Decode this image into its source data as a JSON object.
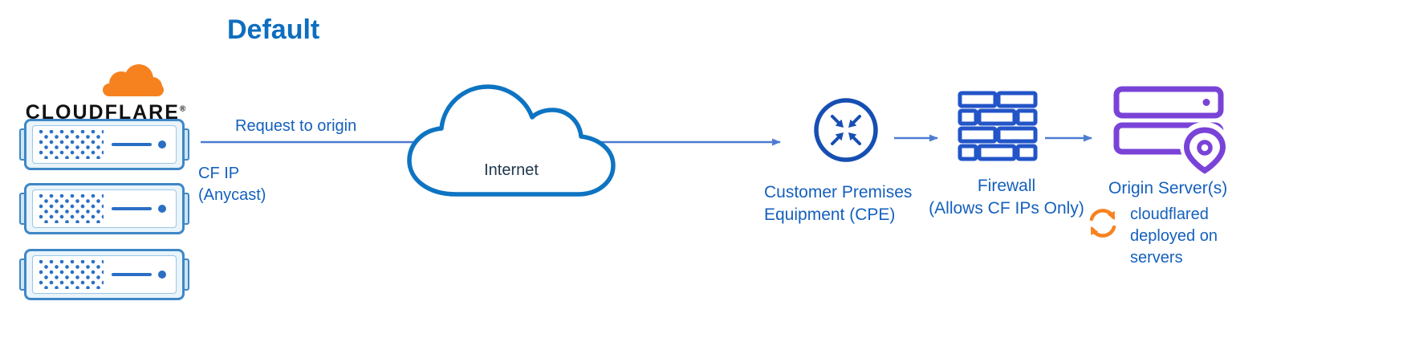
{
  "title": "Default",
  "cloudflare": {
    "brand": "CLOUDFLARE",
    "registered_mark": "®"
  },
  "flow": {
    "request_label": "Request to origin",
    "cf_ip": {
      "line1": "CF IP",
      "line2": "(Anycast)"
    }
  },
  "internet": {
    "label": "Internet"
  },
  "cpe": {
    "label": "Customer Premises Equipment (CPE)"
  },
  "firewall": {
    "line1": "Firewall",
    "line2": "(Allows CF IPs Only)"
  },
  "origin": {
    "label": "Origin Server(s)",
    "note": {
      "line1": "cloudflared",
      "line2": "deployed on",
      "line3": "servers"
    }
  },
  "colors": {
    "title_blue": "#0d6ebf",
    "label_blue": "#1560bd",
    "line_blue": "#4d7cd1",
    "cloud_stroke_blue": "#0e74c2",
    "icon_blue": "#164fb2",
    "firewall_blue": "#2355c8",
    "server_blue": "#3f87c6",
    "purple": "#7a43d8",
    "orange": "#f6821f"
  }
}
